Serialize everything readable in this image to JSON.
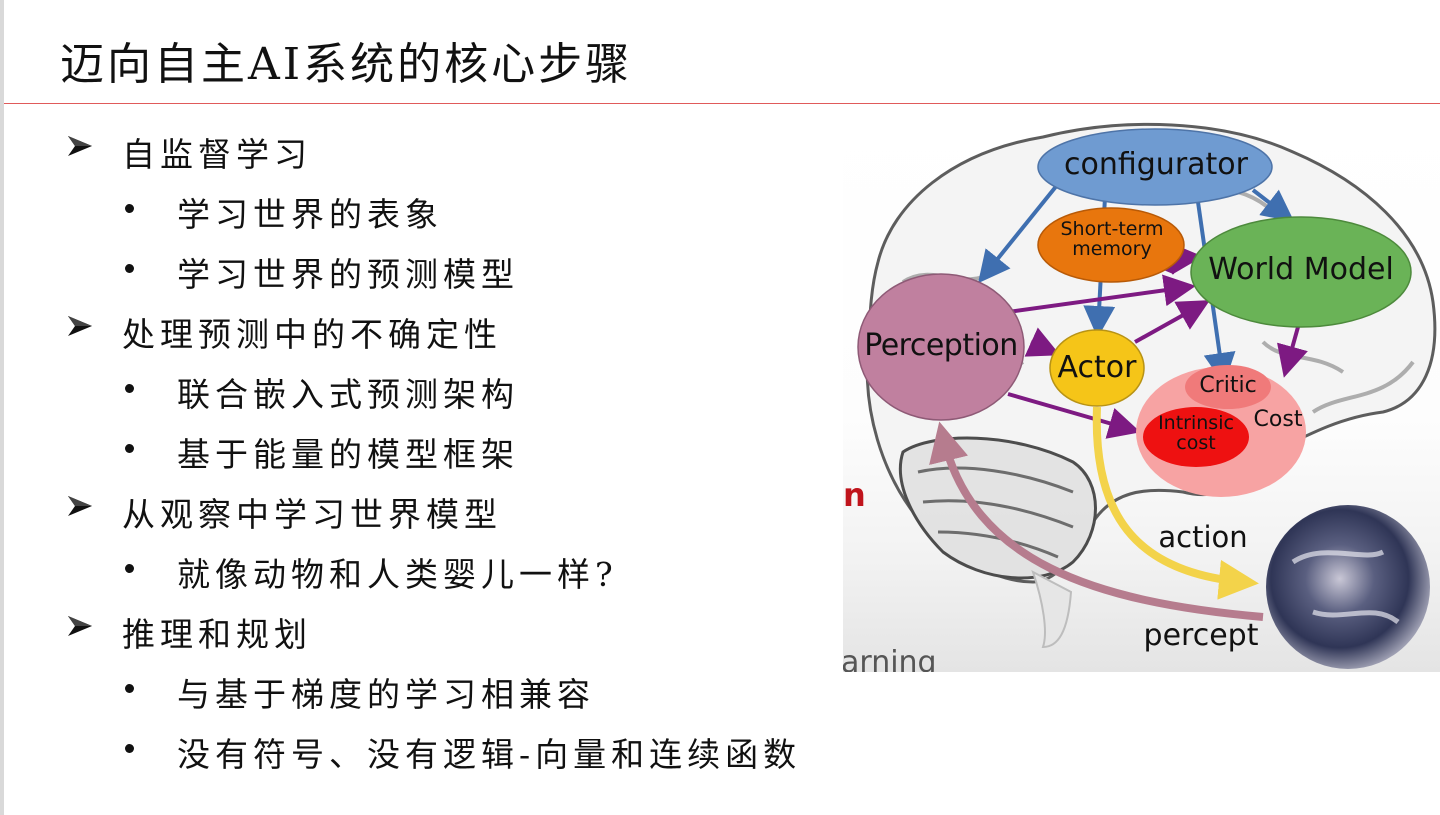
{
  "slide": {
    "title": "迈向自主AI系统的核心步骤",
    "accent_rule_color": "#e05a5a"
  },
  "outline": [
    {
      "level": 1,
      "marker": "arrow-bullet",
      "text": "自监督学习"
    },
    {
      "level": 2,
      "marker": "dot-bullet",
      "text": "学习世界的表象"
    },
    {
      "level": 2,
      "marker": "dot-bullet",
      "text": "学习世界的预测模型"
    },
    {
      "level": 1,
      "marker": "arrow-bullet",
      "text": "处理预测中的不确定性"
    },
    {
      "level": 2,
      "marker": "dot-bullet",
      "text": "联合嵌入式预测架构"
    },
    {
      "level": 2,
      "marker": "dot-bullet",
      "text": "基于能量的模型框架"
    },
    {
      "level": 1,
      "marker": "arrow-bullet",
      "text": "从观察中学习世界模型"
    },
    {
      "level": 2,
      "marker": "dot-bullet",
      "text": "就像动物和人类婴儿一样?"
    },
    {
      "level": 1,
      "marker": "arrow-bullet",
      "text": "推理和规划"
    },
    {
      "level": 2,
      "marker": "dot-bullet",
      "text": "与基于梯度的学习相兼容"
    },
    {
      "level": 2,
      "marker": "dot-bullet",
      "text": "没有符号、没有逻辑-向量和连续函数"
    }
  ],
  "diagram": {
    "modules": {
      "configurator": {
        "label": "configurator",
        "color": "#6f9bd1"
      },
      "short_term_memory": {
        "label_line1": "Short-term",
        "label_line2": "memory",
        "color": "#e8760d"
      },
      "world_model": {
        "label": "World Model",
        "color": "#6ab357"
      },
      "perception": {
        "label": "Perception",
        "color": "#c0809f"
      },
      "actor": {
        "label": "Actor",
        "color": "#f5c518"
      },
      "cost": {
        "label": "Cost",
        "color": "#f7a3a3"
      },
      "critic": {
        "label": "Critic",
        "color": "#f07a7a"
      },
      "intrinsic_cost": {
        "label_line1": "Intrinsic",
        "label_line2": "cost",
        "color": "#ee1111"
      }
    },
    "flows": {
      "action": {
        "label": "action",
        "color": "#f3d34a"
      },
      "percept": {
        "label": "percept",
        "color": "#b67c8e"
      }
    },
    "arrow_colors": {
      "configurator": "#3f6fb0",
      "data": "#7d1a82"
    },
    "cropped_text": {
      "red_fragment": "n",
      "gray_fragment": "arning"
    }
  }
}
